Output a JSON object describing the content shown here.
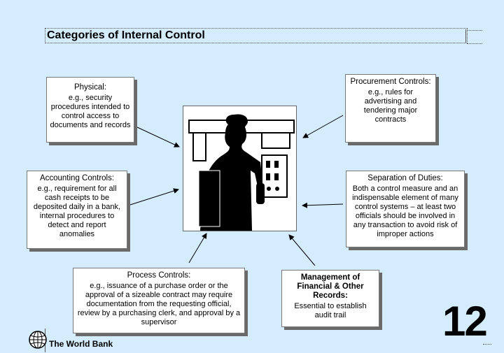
{
  "title": "Categories of Internal Control",
  "boxes": {
    "physical": {
      "heading": "Physical:",
      "text": "e.g., security procedures intended to control access to documents and records"
    },
    "procurement": {
      "heading": "Procurement Controls:",
      "text": "e.g., rules for advertising and tendering major contracts"
    },
    "accounting": {
      "heading": "Accounting Controls:",
      "text": "e.g., requirement for all cash receipts to be deposited daily in a bank, internal procedures to detect and report anomalies"
    },
    "separation": {
      "heading": "Separation of Duties:",
      "text": "Both a control measure and an indispensable element of many control systems – at least two officials should be involved in any transaction to avoid risk of improper actions"
    },
    "process": {
      "heading": "Process Controls:",
      "text": "e.g., issuance of a purchase order or the approval of a sizeable contract may require documentation from the requesting official, review by a purchasing clerk, and approval by a supervisor"
    },
    "management": {
      "heading": "Management of Financial & Other Records:",
      "text": "Essential to establish audit trail"
    }
  },
  "page_number": "12",
  "logo": {
    "text": "The World Bank",
    "icon": "globe-icon"
  },
  "colors": {
    "background": "#d4ecfb",
    "box": "#ffffff",
    "shadow": "#6a6a6a"
  }
}
